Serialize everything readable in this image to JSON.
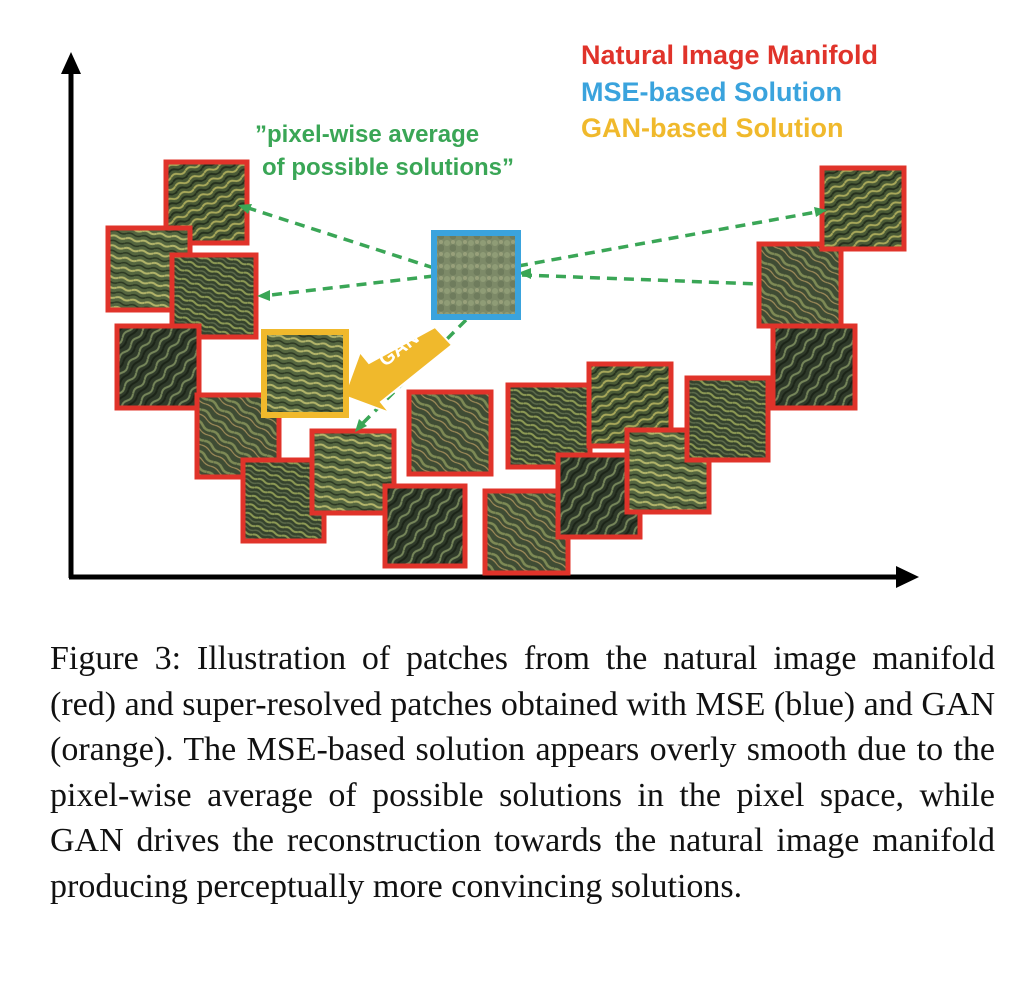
{
  "figure": {
    "legend": [
      {
        "label": "Natural Image Manifold",
        "color": "#e0332a"
      },
      {
        "label": "MSE-based Solution",
        "color": "#3aa3dd"
      },
      {
        "label": "GAN-based Solution",
        "color": "#f0b92c"
      }
    ],
    "annotation_line1": "”pixel-wise average",
    "annotation_line2": "of possible solutions”",
    "annotation_color": "#3aa656",
    "gan_arrow_label": "GAN",
    "colors": {
      "manifold_border": "#e0332a",
      "mse_border": "#3aa3dd",
      "gan_border": "#f0b92c",
      "dashed_arrow": "#3aa656",
      "axes": "#000000"
    }
  },
  "caption": {
    "text": "Figure 3: Illustration of patches from the natural image manifold (red) and super-resolved patches obtained with MSE (blue) and GAN (orange). The MSE-based solution appears overly smooth due to the pixel-wise average of possible solutions in the pixel space, while GAN drives the reconstruction towards the natural image manifold produc­ing perceptually more convincing solutions."
  }
}
